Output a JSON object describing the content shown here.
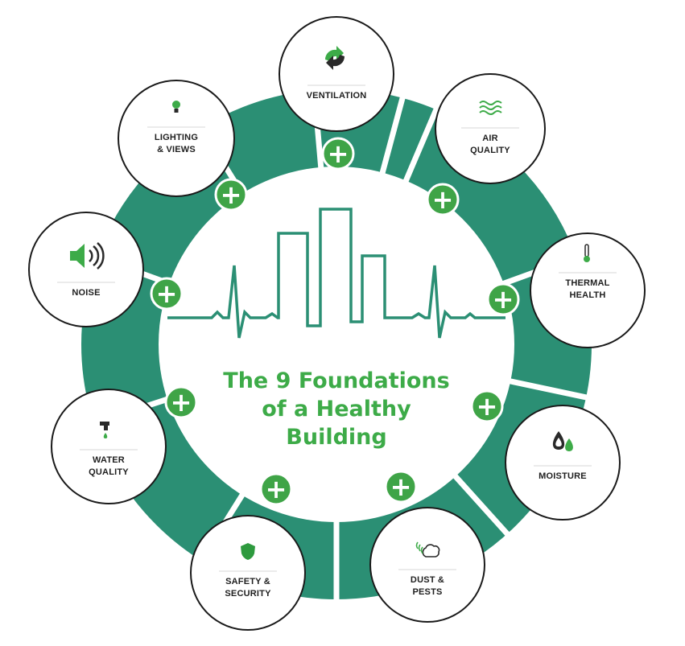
{
  "title": {
    "line1": "The 9 Foundations",
    "line2": "of a Healthy",
    "line3": "Building"
  },
  "colors": {
    "ring": "#2b8f74",
    "accent_green": "#3dab48",
    "plus_bg": "#3fa447",
    "skyline": "#2b8f74"
  },
  "foundations": [
    {
      "id": "ventilation",
      "icon": "ventilation-arrows-icon",
      "lines": [
        "VENTILATION"
      ]
    },
    {
      "id": "air-quality",
      "icon": "air-waves-icon",
      "lines": [
        "AIR",
        "QUALITY"
      ]
    },
    {
      "id": "thermal-health",
      "icon": "thermometer-icon",
      "lines": [
        "THERMAL",
        "HEALTH"
      ]
    },
    {
      "id": "moisture",
      "icon": "water-drops-icon",
      "lines": [
        "MOISTURE"
      ]
    },
    {
      "id": "dust-pests",
      "icon": "dust-cloud-icon",
      "lines": [
        "DUST &",
        "PESTS"
      ]
    },
    {
      "id": "safety-security",
      "icon": "shield-icon",
      "lines": [
        "SAFETY &",
        "SECURITY"
      ]
    },
    {
      "id": "water-quality",
      "icon": "faucet-icon",
      "lines": [
        "WATER",
        "QUALITY"
      ]
    },
    {
      "id": "noise",
      "icon": "speaker-icon",
      "lines": [
        "NOISE"
      ]
    },
    {
      "id": "lighting-views",
      "icon": "light-bulb-icon",
      "lines": [
        "LIGHTING",
        "& VIEWS"
      ]
    }
  ],
  "plus_symbol": "+"
}
